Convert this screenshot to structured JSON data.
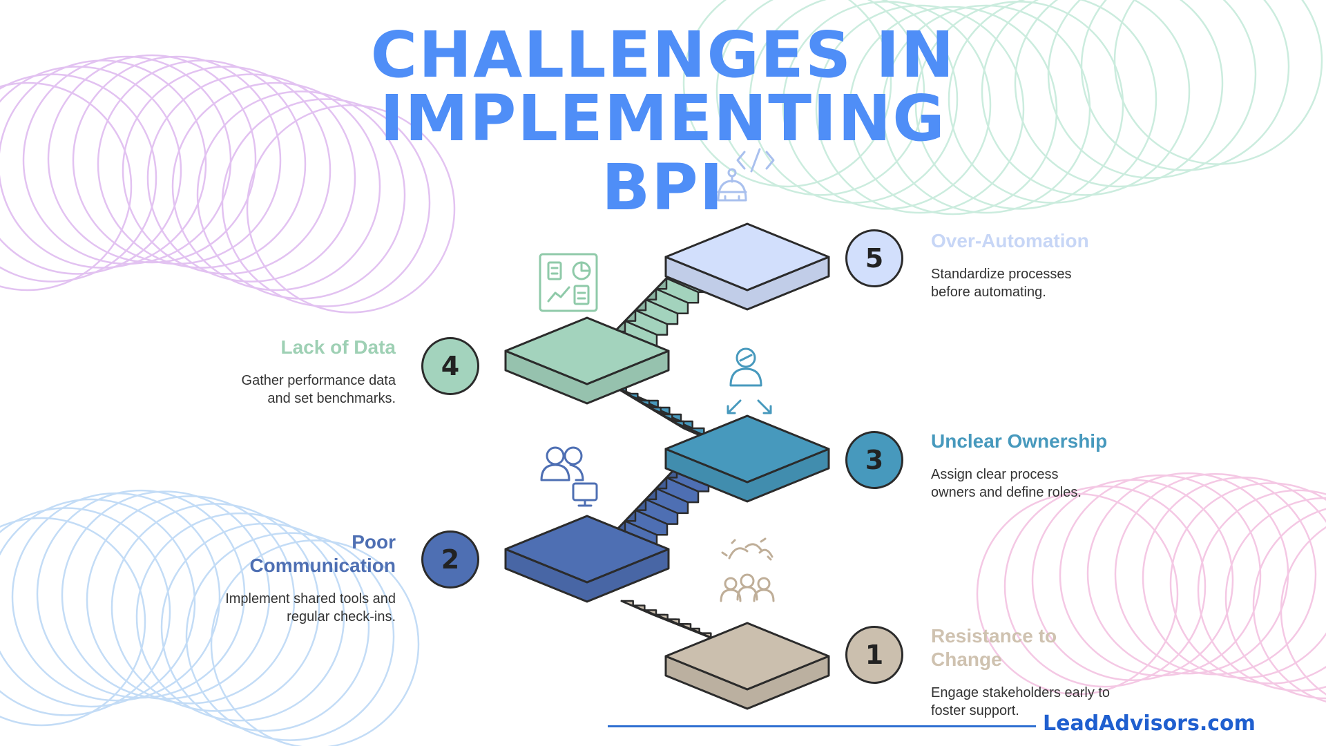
{
  "title": {
    "line1": "CHALLENGES IN",
    "line2": "IMPLEMENTING BPI"
  },
  "steps": [
    {
      "number": "1",
      "title": "Resistance to Change",
      "description": "Engage stakeholders early to foster support.",
      "color": "#cbbfae",
      "icon": "celebrating-team-icon"
    },
    {
      "number": "2",
      "title": "Poor Communication",
      "description": "Implement shared tools and regular check-ins.",
      "color": "#4e6fb3",
      "icon": "users-monitor-icon"
    },
    {
      "number": "3",
      "title": "Unclear Ownership",
      "description": "Assign clear process owners and define roles.",
      "color": "#4799bd",
      "icon": "process-owner-icon"
    },
    {
      "number": "4",
      "title": "Lack of Data",
      "description": "Gather performance data and set benchmarks.",
      "color": "#a3d3bd",
      "icon": "dashboard-icon"
    },
    {
      "number": "5",
      "title": "Over-Automation",
      "description": "Standardize processes before automating.",
      "color": "#d2dffc",
      "icon": "robot-code-icon"
    }
  ],
  "footer": {
    "brand": "LeadAdvisors.com"
  },
  "colors": {
    "title": "#4f8ef7",
    "brand": "#1f5fcf",
    "step1": "#cbbfae",
    "step2": "#4e6fb3",
    "step3": "#4799bd",
    "step4": "#a3d3bd",
    "step5": "#d2dffc"
  }
}
